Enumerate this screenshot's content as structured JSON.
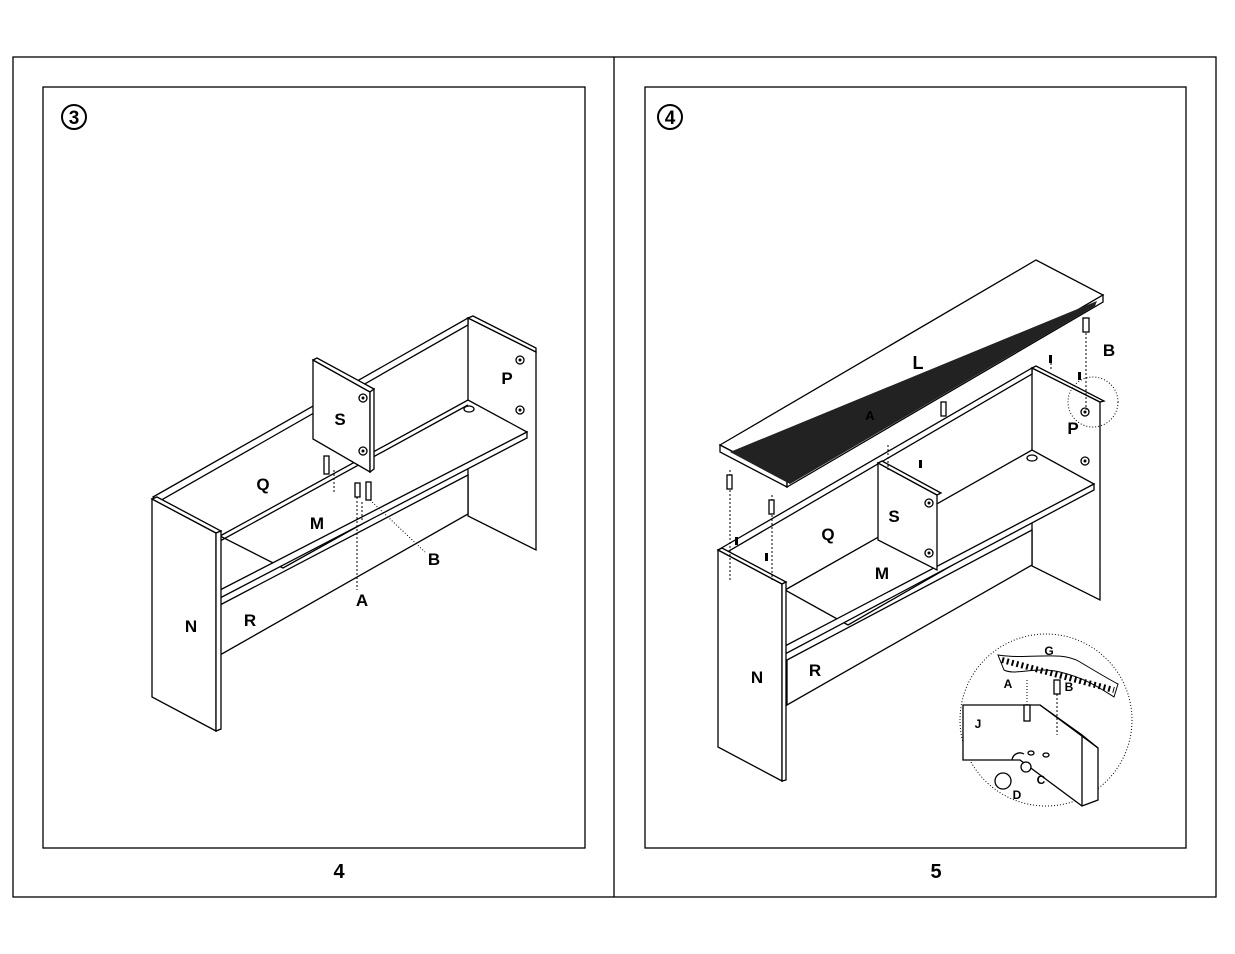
{
  "page_left": {
    "step_number": "3",
    "page_number": "4",
    "labels": {
      "S": "S",
      "P": "P",
      "Q": "Q",
      "M": "M",
      "B": "B",
      "A": "A",
      "N": "N",
      "R": "R"
    }
  },
  "page_right": {
    "step_number": "4",
    "page_number": "5",
    "labels": {
      "L": "L",
      "B": "B",
      "A": "A",
      "P": "P",
      "S": "S",
      "Q": "Q",
      "M": "M",
      "N": "N",
      "R": "R"
    },
    "detail_labels": {
      "G": "G",
      "A": "A",
      "B": "B",
      "J": "J",
      "C": "C",
      "D": "D"
    }
  }
}
